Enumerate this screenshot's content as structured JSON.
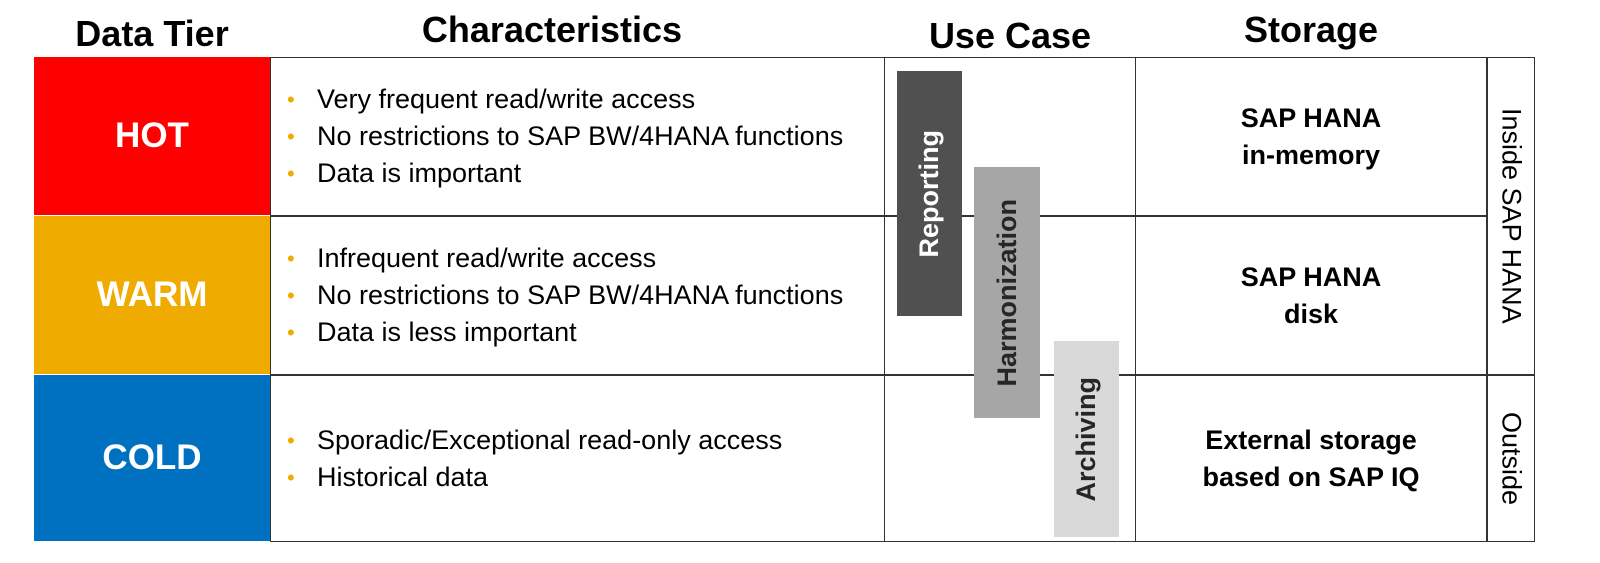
{
  "headers": {
    "tier": "Data Tier",
    "characteristics": "Characteristics",
    "use_case": "Use Case",
    "storage": "Storage"
  },
  "tiers": [
    {
      "name": "HOT",
      "color": "#ff0000",
      "characteristics": [
        "Very frequent read/write access",
        "No restrictions to SAP BW/4HANA functions",
        "Data is important"
      ],
      "storage": [
        "SAP HANA",
        "in-memory"
      ]
    },
    {
      "name": "WARM",
      "color": "#efab00",
      "characteristics": [
        "Infrequent read/write access",
        "No restrictions to SAP BW/4HANA functions",
        "Data is less important"
      ],
      "storage": [
        "SAP HANA",
        "disk"
      ]
    },
    {
      "name": "COLD",
      "color": "#0070c0",
      "characteristics": [
        "Sporadic/Exceptional read-only access",
        "Historical data"
      ],
      "storage": [
        "External storage",
        "based on SAP IQ"
      ]
    }
  ],
  "use_cases": [
    {
      "label": "Reporting",
      "color": "#505050"
    },
    {
      "label": "Harmonization",
      "color": "#a6a6a6"
    },
    {
      "label": "Archiving",
      "color": "#d9d9d9"
    }
  ],
  "location": {
    "inside": "Inside SAP HANA",
    "outside": "Outside"
  },
  "bullet_color": "#efab00"
}
